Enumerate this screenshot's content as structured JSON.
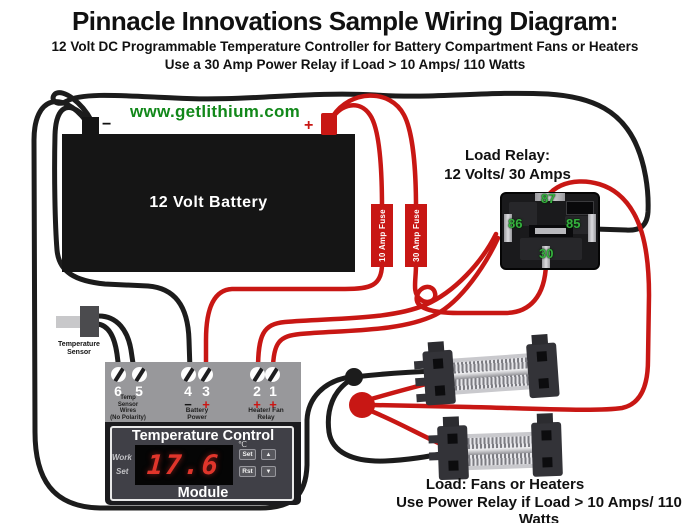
{
  "header": {
    "title": "Pinnacle Innovations Sample Wiring Diagram:",
    "subtitle1": "12 Volt DC Programmable Temperature Controller for Battery Compartment Fans or Heaters",
    "subtitle2": "Use a 30 Amp Power Relay if Load > 10 Amps/ 110 Watts"
  },
  "brand": {
    "website": "www.getlithium.com"
  },
  "battery": {
    "label": "12 Volt Battery",
    "negative_sign": "−",
    "positive_sign": "+"
  },
  "fuses": {
    "fuse_10a": "10 Amp Fuse",
    "fuse_30a": "30 Amp Fuse"
  },
  "load_relay": {
    "title_line1": "Load Relay:",
    "title_line2": "12 Volts/ 30 Amps",
    "terminal_87": "87",
    "terminal_86": "86",
    "terminal_85": "85",
    "terminal_30": "30"
  },
  "temperature_sensor": {
    "label_line1": "Temperature",
    "label_line2": "Sensor"
  },
  "controller": {
    "terminal_numbers": [
      "6",
      "5",
      "4",
      "3",
      "2",
      "1"
    ],
    "sensor_group": {
      "line1": "Temp",
      "line2": "Sensor",
      "line3": "Wires",
      "line4": "(No Polarity)"
    },
    "battery_group": {
      "minus": "−",
      "plus": "+",
      "line1": "Battery",
      "line2": "Power"
    },
    "relay_group": {
      "plus_2": "+",
      "plus_1": "+",
      "line1": "Heater/ Fan",
      "line2": "Relay"
    },
    "display": {
      "title": "Temperature Control",
      "work_label": "Work",
      "set_label": "Set",
      "value": "17.6",
      "unit": "℃",
      "set_button": "Set",
      "rst_button": "Rst",
      "up_button": "▲",
      "down_button": "▼",
      "module_label": "Module"
    }
  },
  "load_note": {
    "line1": "Load: Fans or Heaters",
    "line2": "Use Power Relay if Load > 10 Amps/ 110 Watts"
  },
  "colors": {
    "wire_black": "#1c1c1c",
    "wire_red": "#c81714",
    "brand_green": "#12881a",
    "display_red": "#e0352b",
    "relay_green": "#36b23f",
    "strip_gray": "#98989b",
    "plus_red": "#cc1512"
  }
}
